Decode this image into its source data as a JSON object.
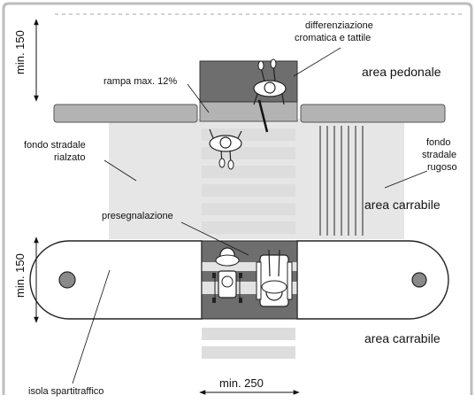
{
  "labels": {
    "differentiation": [
      "differenziazione",
      "cromatica e tattile"
    ],
    "pedestrian_area": "area pedonale",
    "ramp": "rampa max. 12%",
    "raised_road": [
      "fondo stradale",
      "rialzato"
    ],
    "rough_road": [
      "fondo",
      "stradale",
      "rugoso"
    ],
    "carriageway_upper": "area carrabile",
    "presignal": "presegnalazione",
    "carriageway_lower": "area carrabile",
    "traffic_island": "isola spartitraffico",
    "dim_min150_top": "min. 150",
    "dim_min150_bottom": "min. 150",
    "dim_min250": "min. 250"
  },
  "colors": {
    "frame": "#bdbdbd",
    "sidewalk_strip": "#b3b3b3",
    "raised_zone": "#e6e6e6",
    "crossing_stripe": "#dddddd",
    "dark_tactile": "#6e6e6e",
    "island_dot": "#8a8a8a",
    "line": "#111111"
  },
  "icons": [
    "pedestrian-walking-icon",
    "wheelchair-user-icon",
    "stroller-icon"
  ]
}
